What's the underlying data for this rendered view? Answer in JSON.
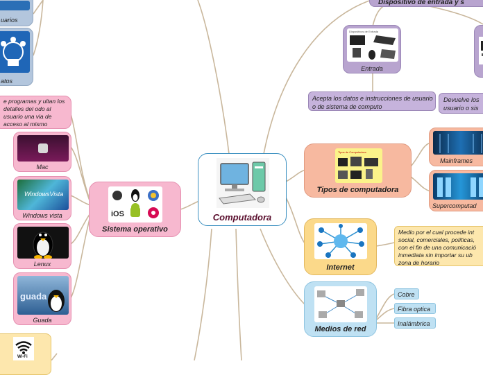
{
  "center": {
    "label": "Computadora"
  },
  "top": {
    "dispositivos_label": "Dispositivo de entrada y s"
  },
  "entrada": {
    "label": "Entrada",
    "desc": "Acepta los datos e instrucciones de usuario o de sistema de computo",
    "image_caption": "Dispositivos de Entrada"
  },
  "salida": {
    "desc_line1": "Devuelve los",
    "desc_line2": "usuario o sis"
  },
  "tipos": {
    "label": "Tipos de computadora",
    "image_caption": "Tipos de Computadora",
    "children": [
      "Mainframes",
      "Supercomputad"
    ]
  },
  "internet": {
    "label": "Internet",
    "desc": "Medio por el cual procede int social, comerciales, políticas, con el fin de una comunicació inmediata  sin importar su ub zona de horario"
  },
  "medios": {
    "label": "Medios de red",
    "children": [
      "Cobre",
      "Fibra optica",
      "Inalámbrica"
    ]
  },
  "so": {
    "label": "Sistema operativo",
    "desc": "e programas y ultan los detalles del odo al usuario una via de acceso al mismo",
    "children": [
      "Mac",
      "Windows vista",
      "Lenux",
      "Guada"
    ],
    "windows_logo_text": "WindowsVista",
    "guada_logo_text": "guada"
  },
  "left_top": {
    "usuarios": "uarios",
    "datos": "atos"
  },
  "wifi": {
    "text": "Wi-Fi"
  },
  "colors": {
    "line": "#c9b79c",
    "pink": "#f7b8cf",
    "purple": "#b8a4cf",
    "salmon": "#f7b9a0",
    "yellow": "#fbd98a",
    "blue": "#bfe1f3",
    "center_border": "#3a8fc0",
    "title": "#5a0f2e"
  }
}
